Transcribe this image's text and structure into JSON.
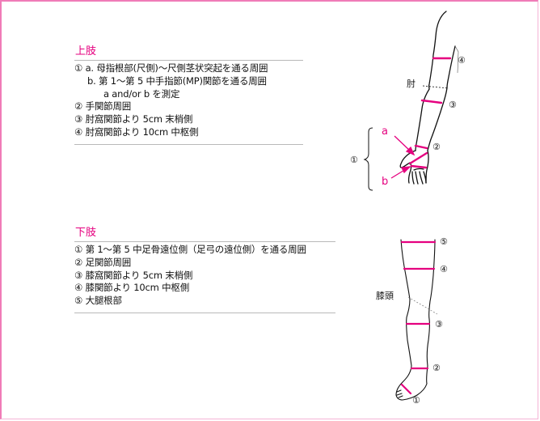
{
  "upper_limb": {
    "title": "上肢",
    "items": [
      {
        "num": "①",
        "text": "① a. 母指根部(尺側)～尺側茎状突起を通る周囲"
      },
      {
        "num": "",
        "text": "b. 第 1～第 5 中手指節(MP)関節を通る周囲"
      },
      {
        "num": "",
        "text": "a and/or b を測定"
      },
      {
        "num": "②",
        "text": "② 手関節周囲"
      },
      {
        "num": "③",
        "text": "③ 肘窩関節より 5cm 末梢側"
      },
      {
        "num": "④",
        "text": "④ 肘窩関節より 10cm 中枢側"
      }
    ]
  },
  "lower_limb": {
    "title": "下肢",
    "items": [
      {
        "num": "①",
        "text": "① 第 1～第 5 中足骨遠位側（足弓の遠位側）を通る周囲"
      },
      {
        "num": "②",
        "text": "② 足関節周囲"
      },
      {
        "num": "③",
        "text": "③ 膝窩関節より 5cm 末梢側"
      },
      {
        "num": "④",
        "text": "④ 膝関節より 10cm 中枢側"
      },
      {
        "num": "⑤",
        "text": "⑤ 大腿根部"
      }
    ]
  },
  "arm_diagram": {
    "elbow_label": "肘",
    "marker_4": "④",
    "marker_3": "③",
    "marker_2": "②",
    "marker_1": "①",
    "label_a": "a",
    "label_b": "b"
  },
  "leg_diagram": {
    "knee_label": "膝頭",
    "marker_5": "⑤",
    "marker_4": "④",
    "marker_3": "③",
    "marker_2": "②",
    "marker_1": "①"
  },
  "colors": {
    "accent_pink": "#e5007f",
    "frame_pink": "#f07cb8",
    "rule_gray": "#b9b9b9",
    "line_black": "#111111"
  }
}
